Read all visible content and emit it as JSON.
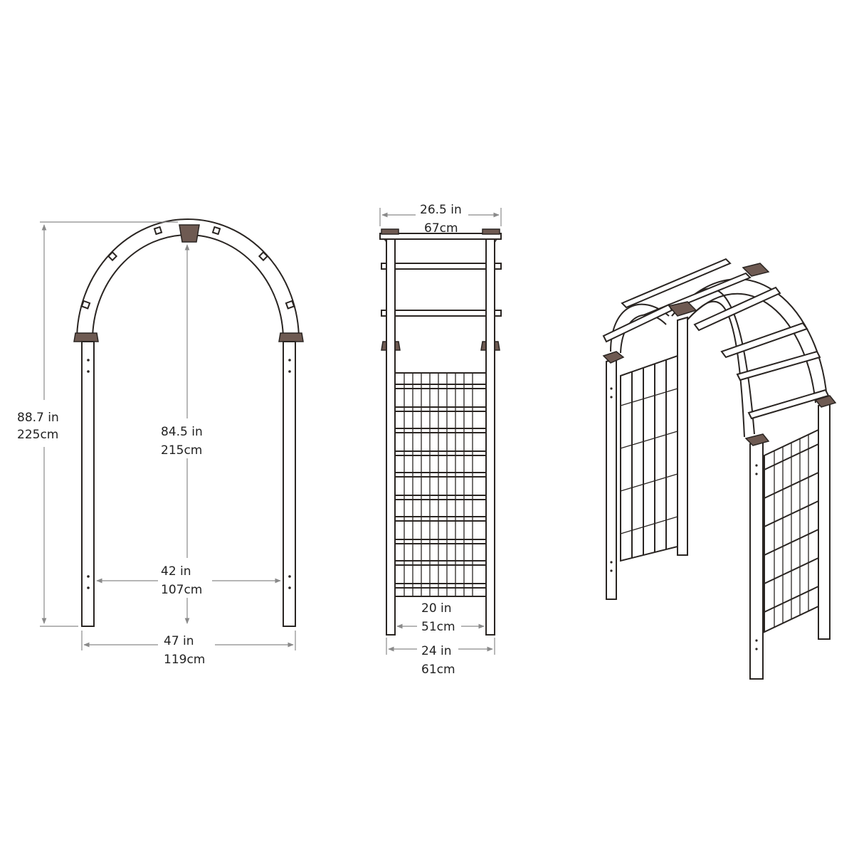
{
  "colors": {
    "line": "#2a2522",
    "dimension_line": "#8a8a8a",
    "cap": "#6e5a52",
    "background": "#ffffff"
  },
  "front_view": {
    "total_height": {
      "imperial": "88.7 in",
      "metric": "225cm"
    },
    "inner_height": {
      "imperial": "84.5 in",
      "metric": "215cm"
    },
    "inner_width": {
      "imperial": "42 in",
      "metric": "107cm"
    },
    "outer_width": {
      "imperial": "47 in",
      "metric": "119cm"
    }
  },
  "side_view": {
    "top_width": {
      "imperial": "26.5 in",
      "metric": "67cm"
    },
    "inner_width": {
      "imperial": "20 in",
      "metric": "51cm"
    },
    "outer_width": {
      "imperial": "24 in",
      "metric": "61cm"
    }
  }
}
